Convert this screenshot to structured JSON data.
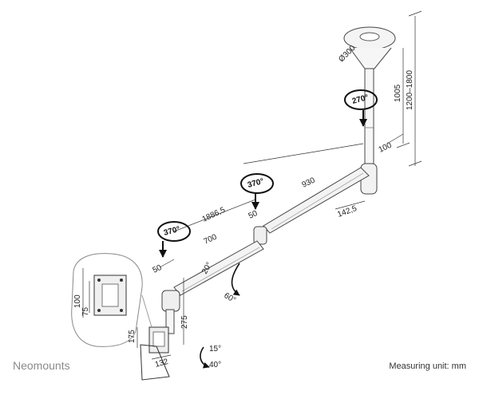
{
  "brand": "Neomounts",
  "measuring_unit": "Measuring unit: mm",
  "dimensions": {
    "plate_diameter": "Ø300",
    "height_1005": "1005",
    "height_range": "1200–1800",
    "pole_100": "100",
    "arm_930": "930",
    "arm_1886": "1886,5",
    "base_142": "142,5",
    "gap_50a": "50",
    "arm_700": "700",
    "gap_50b": "50",
    "drop_275": "275",
    "vesa_175": "175",
    "vesa_132": "132",
    "vesa_100": "100",
    "vesa_75": "75",
    "det_100": "100",
    "det_75": "75"
  },
  "rotations": {
    "top": "270°",
    "middle": "370°",
    "lower": "370°"
  },
  "angles": {
    "tilt_up": "20°",
    "tilt_down": "60°",
    "tilt_15": "15°",
    "tilt_40": "40°"
  }
}
